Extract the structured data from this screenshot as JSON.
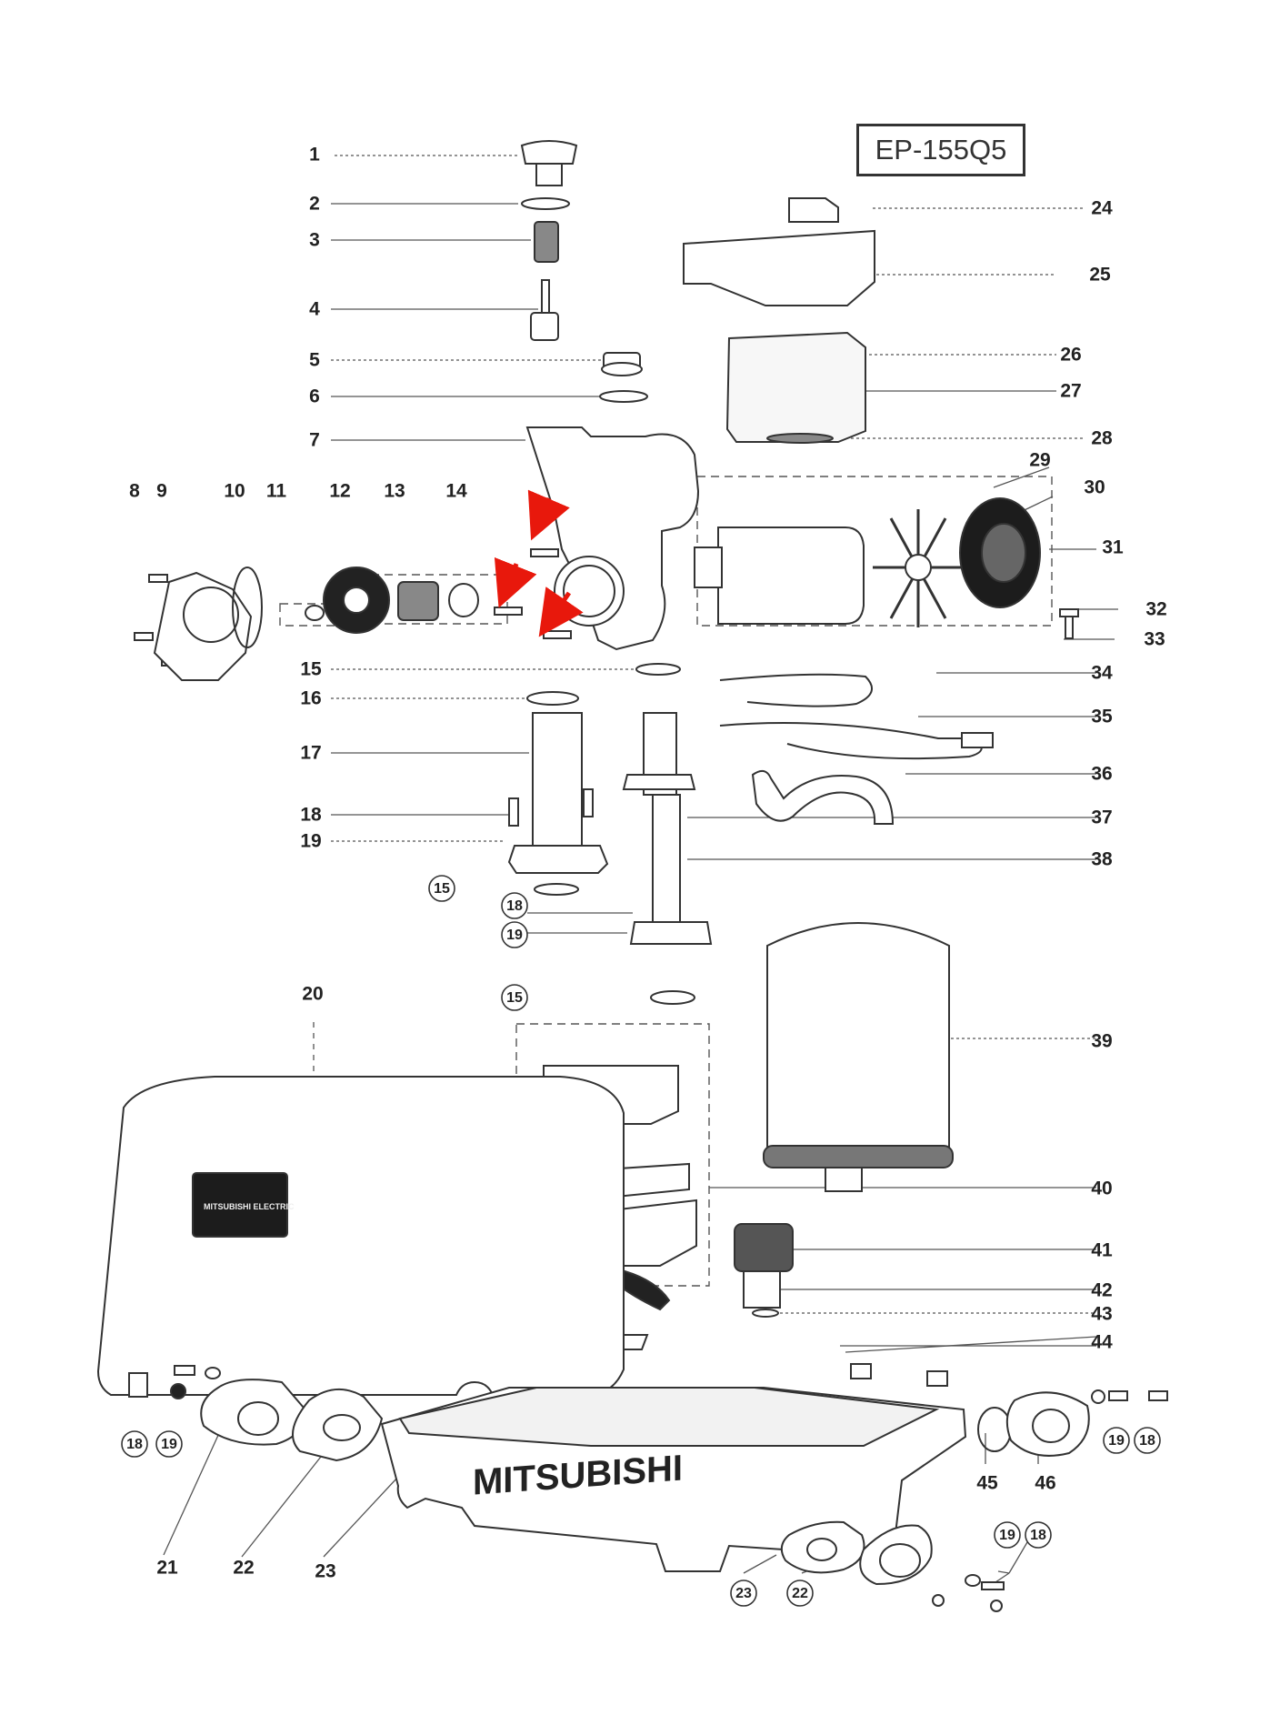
{
  "model": "EP-155Q5",
  "brand": "MITSUBISHI",
  "nameplate": "MITSUBISHI ELECTRIC",
  "colors": {
    "line": "#3a3a3a",
    "arrow": "#e8180c",
    "fill": "#ffffff",
    "dark": "#1c1c1c"
  },
  "labels": [
    {
      "t": "1"
    },
    {
      "t": "2"
    },
    {
      "t": "3"
    },
    {
      "t": "4"
    },
    {
      "t": "5"
    },
    {
      "t": "6"
    },
    {
      "t": "7"
    },
    {
      "t": "8"
    },
    {
      "t": "9"
    },
    {
      "t": "10"
    },
    {
      "t": "11"
    },
    {
      "t": "12"
    },
    {
      "t": "13"
    },
    {
      "t": "14"
    },
    {
      "t": "15"
    },
    {
      "t": "16"
    },
    {
      "t": "17"
    },
    {
      "t": "18"
    },
    {
      "t": "19"
    },
    {
      "t": "24"
    },
    {
      "t": "25"
    },
    {
      "t": "26"
    },
    {
      "t": "27"
    },
    {
      "t": "28"
    },
    {
      "t": "29"
    },
    {
      "t": "30"
    },
    {
      "t": "31"
    },
    {
      "t": "32"
    },
    {
      "t": "33"
    },
    {
      "t": "34"
    },
    {
      "t": "35"
    },
    {
      "t": "36"
    },
    {
      "t": "37"
    },
    {
      "t": "38"
    },
    {
      "t": "39"
    },
    {
      "t": "40"
    },
    {
      "t": "41"
    },
    {
      "t": "42"
    },
    {
      "t": "43"
    },
    {
      "t": "44"
    },
    {
      "t": "20"
    },
    {
      "t": "21"
    },
    {
      "t": "22"
    },
    {
      "t": "23"
    },
    {
      "t": "45"
    },
    {
      "t": "46"
    }
  ],
  "circled": [
    {
      "t": "15"
    },
    {
      "t": "18"
    },
    {
      "t": "19"
    },
    {
      "t": "15"
    },
    {
      "t": "18"
    },
    {
      "t": "19"
    },
    {
      "t": "19"
    },
    {
      "t": "18"
    },
    {
      "t": "19"
    },
    {
      "t": "18"
    },
    {
      "t": "23"
    },
    {
      "t": "22"
    }
  ]
}
